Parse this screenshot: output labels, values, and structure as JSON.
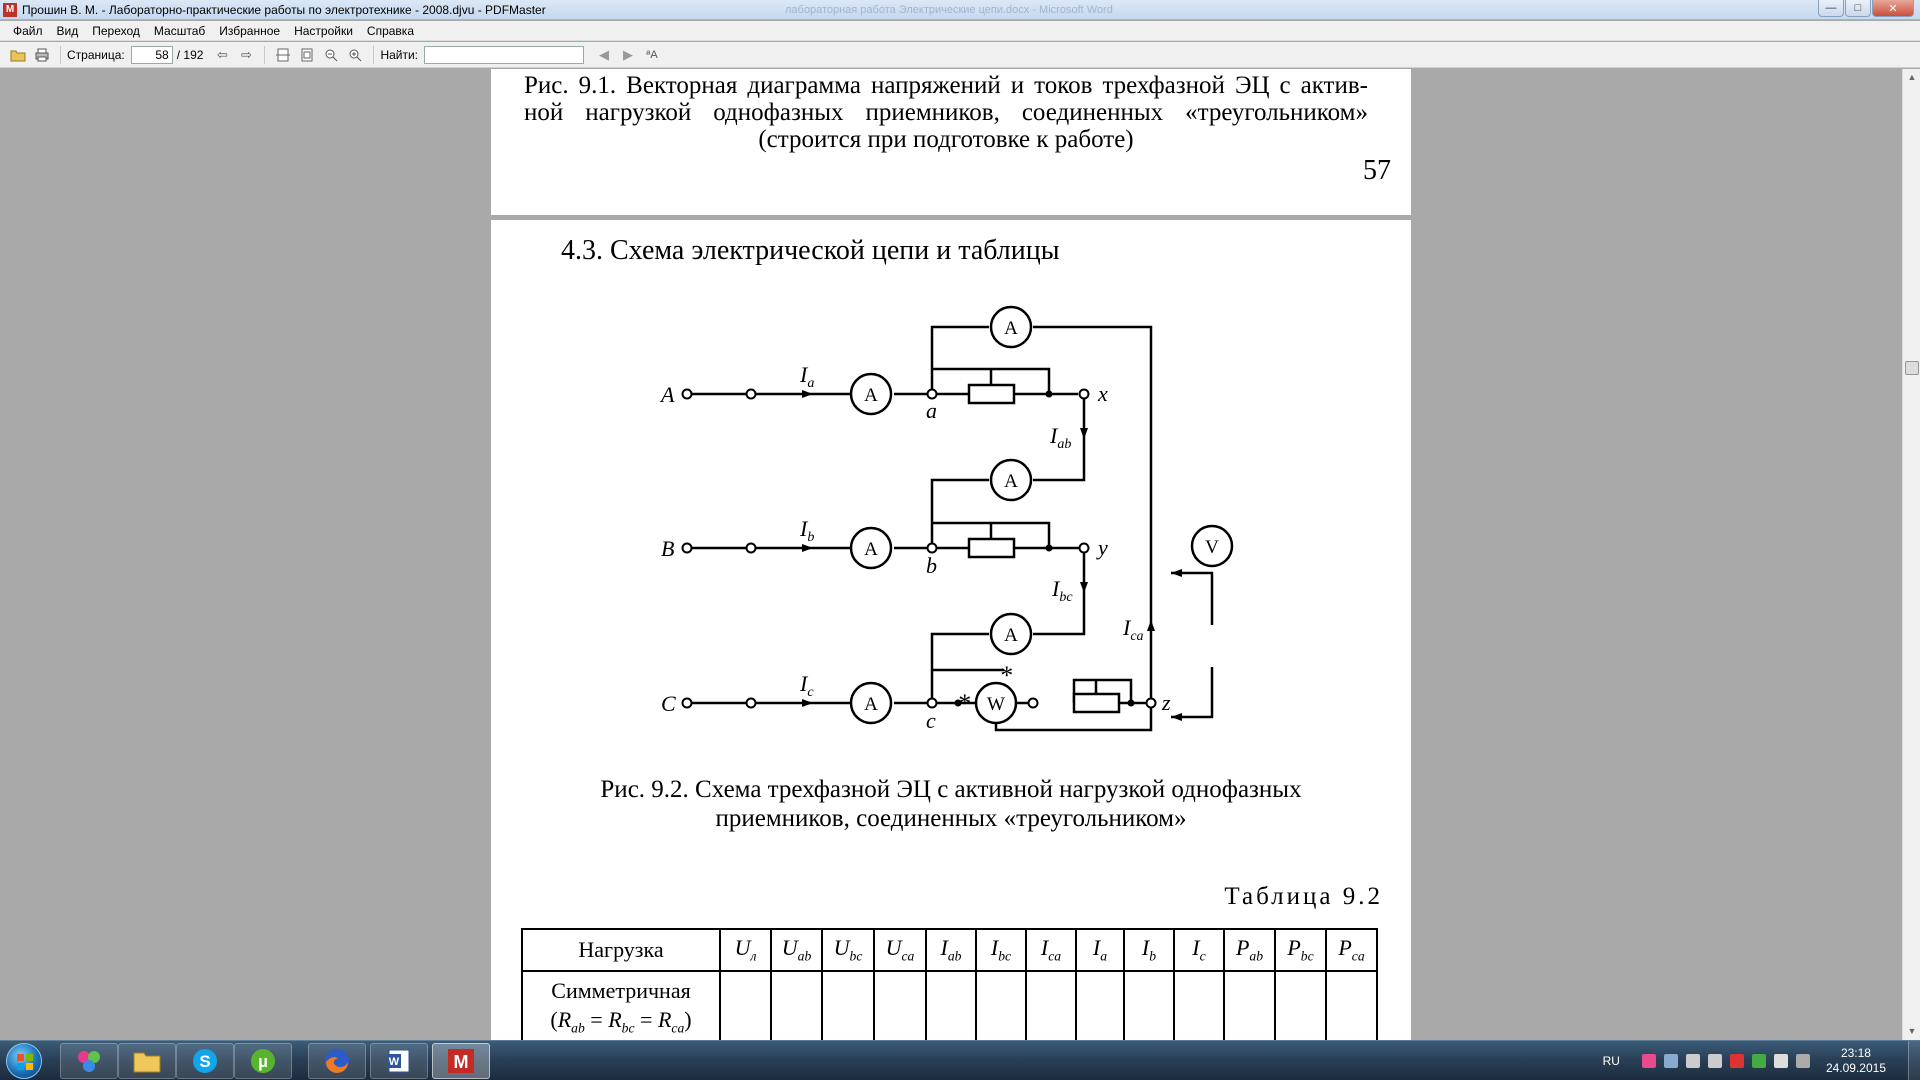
{
  "window": {
    "title": "Прошин В. М. - Лабораторно-практические работы по электротехнике - 2008.djvu - PDFMaster",
    "background_title": "лабораторная работа Электрические цепи.docx - Microsoft Word",
    "controls": {
      "minimize": "—",
      "maximize": "□",
      "close": "✕"
    }
  },
  "menu": {
    "items": [
      "Файл",
      "Вид",
      "Переход",
      "Масштаб",
      "Избранное",
      "Настройки",
      "Справка"
    ]
  },
  "toolbar": {
    "page_label": "Страница:",
    "page_value": "58",
    "page_total": "/ 192",
    "find_label": "Найти:",
    "find_value": "",
    "icons": [
      "open-icon",
      "print-icon",
      "back-icon",
      "forward-icon",
      "fit-width-icon",
      "fit-page-icon",
      "zoom-out-icon",
      "zoom-in-icon",
      "find-prev-icon",
      "find-next-icon",
      "match-case-icon"
    ]
  },
  "page_prev": {
    "caption_lines": [
      "Рис. 9.1. Векторная диаграмма напряжений и токов трехфазной ЭЦ с актив-",
      "ной нагрузкой однофазных приемников, соединенных «треугольником»",
      "(строится при подготовке к работе)"
    ],
    "page_number": "57"
  },
  "page_current": {
    "section_title": "4.3. Схема электрической цепи и таблицы",
    "circuit_labels": {
      "phase_a": "A",
      "phase_b": "B",
      "phase_c": "C",
      "node_a": "a",
      "node_b": "b",
      "node_c": "c",
      "node_x": "x",
      "node_y": "y",
      "node_z": "z",
      "ammeter": "A",
      "voltmeter": "V",
      "wattmeter": "W",
      "star": "*",
      "i_a": "I",
      "i_a_sub": "a",
      "i_b": "I",
      "i_b_sub": "b",
      "i_c": "I",
      "i_c_sub": "c",
      "i_ab": "I",
      "i_ab_sub": "ab",
      "i_bc": "I",
      "i_bc_sub": "bc",
      "i_ca": "I",
      "i_ca_sub": "ca"
    },
    "figure_caption_lines": [
      "Рис. 9.2. Схема трехфазной ЭЦ с активной нагрузкой однофазных",
      "приемников, соединенных «треугольником»"
    ],
    "table_label": "Таблица 9.2",
    "table": {
      "header_first": "Нагрузка",
      "columns": [
        {
          "s": "U",
          "sub": "л"
        },
        {
          "s": "U",
          "sub": "ab"
        },
        {
          "s": "U",
          "sub": "bc"
        },
        {
          "s": "U",
          "sub": "ca"
        },
        {
          "s": "I",
          "sub": "ab"
        },
        {
          "s": "I",
          "sub": "bc"
        },
        {
          "s": "I",
          "sub": "ca"
        },
        {
          "s": "I",
          "sub": "a"
        },
        {
          "s": "I",
          "sub": "b"
        },
        {
          "s": "I",
          "sub": "c"
        },
        {
          "s": "P",
          "sub": "ab"
        },
        {
          "s": "P",
          "sub": "bc"
        },
        {
          "s": "P",
          "sub": "ca"
        }
      ],
      "row1_label": "Симметричная",
      "row1_cond": {
        "open": "(",
        "r1": "R",
        "r1_sub": "ab",
        "eq1": " = ",
        "r2": "R",
        "r2_sub": "bc",
        "eq2": " = ",
        "r3": "R",
        "r3_sub": "ca",
        "close": ")"
      }
    }
  },
  "taskbar": {
    "apps": [
      "explorer-app",
      "skype-app",
      "utorrent-app",
      "firefox-app",
      "word-app",
      "pdfmaster-app"
    ],
    "language": "RU",
    "time": "23:18",
    "date": "24.09.2015"
  },
  "colors": {
    "viewer_bg": "#a9a9a9",
    "page_bg": "#ffffff",
    "taskbar": "#2a3f56"
  }
}
